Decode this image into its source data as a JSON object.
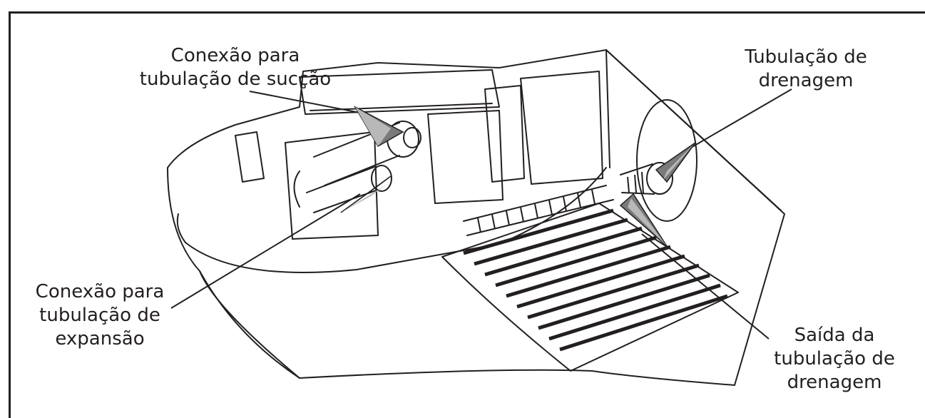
{
  "labels": {
    "suction": [
      "Conexão para",
      "tubulação de sucção"
    ],
    "expansion": [
      "Conexão para",
      "tubulação de",
      "expansão"
    ],
    "drain": [
      "Tubulação de",
      "drenagem"
    ],
    "outlet": [
      "Saída da",
      "tubulação de",
      "drenagem"
    ]
  },
  "colors": {
    "line": "#231f20",
    "arrow": "#7a7a7a",
    "arrow_highlight": "#b8b8b8",
    "background": "#ffffff"
  }
}
